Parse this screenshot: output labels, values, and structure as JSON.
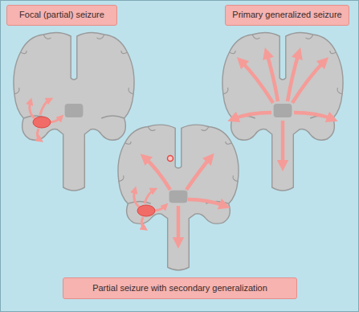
{
  "diagram": {
    "nodes": [
      {
        "text": [
          "Focal (partial) seizure"
        ]
      },
      {
        "text": [
          "Primary generalized seizure"
        ]
      },
      {
        "text": [
          "Partial seizure with secondary generalization"
        ]
      }
    ]
  }
}
